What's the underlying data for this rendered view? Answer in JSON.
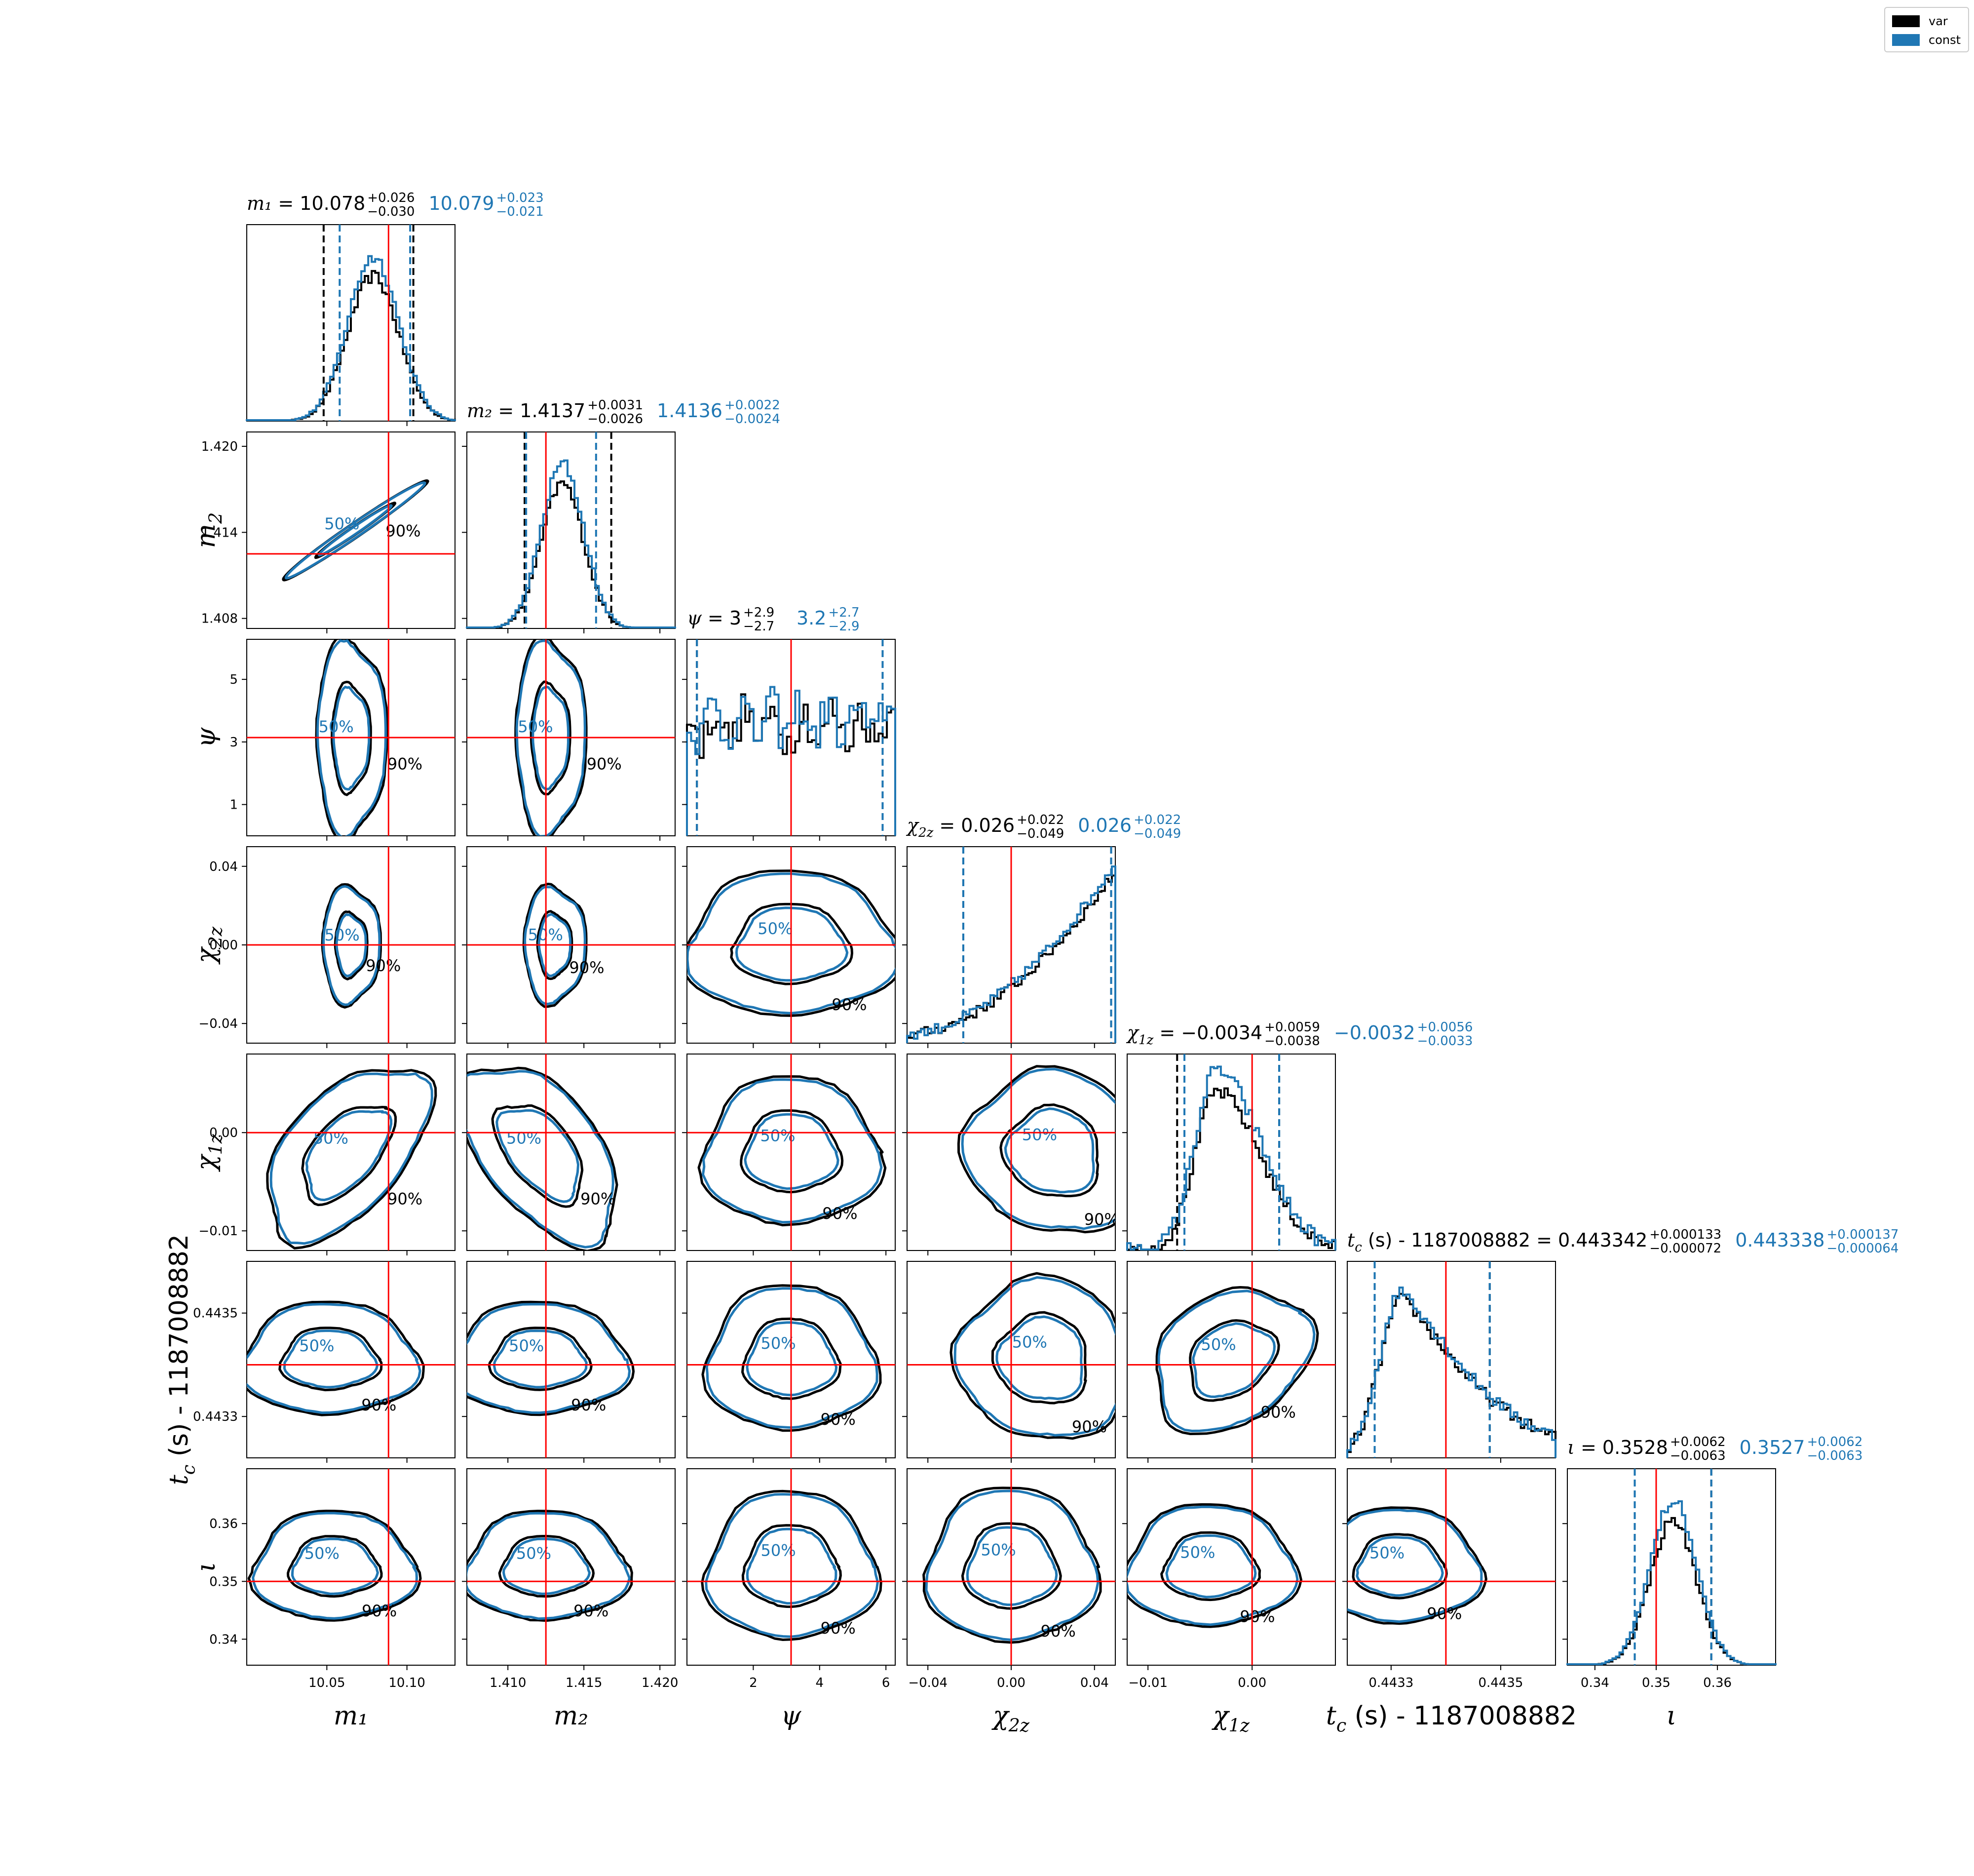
{
  "colors": {
    "var": "#000000",
    "const": "#1f77b4",
    "truth": "#ff0000"
  },
  "legend": {
    "entries": [
      {
        "label": "var",
        "color": "#000000"
      },
      {
        "label": "const",
        "color": "#1f77b4"
      }
    ]
  },
  "chart_data": {
    "type": "corner",
    "parameters": [
      {
        "key": "m1",
        "label": "m₁",
        "label_sub": "",
        "title_prefix": "m₁ = ",
        "var_median": "10.078",
        "var_plus": "+0.026",
        "var_minus": "−0.030",
        "const_median": "10.079",
        "const_plus": "+0.023",
        "const_minus": "−0.021",
        "range": [
          10.0,
          10.13
        ],
        "ticks": [
          10.05,
          10.1
        ],
        "tick_labels": [
          "10.05",
          "10.10"
        ],
        "truth": 10.0885,
        "var_q": [
          10.048,
          10.104
        ],
        "const_q": [
          10.058,
          10.102
        ],
        "mu": 10.079,
        "sigma": 0.016,
        "hist": "gauss"
      },
      {
        "key": "m2",
        "label": "m₂",
        "label_sub": "",
        "title_prefix": "m₂ = ",
        "var_median": "1.4137",
        "var_plus": "+0.0031",
        "var_minus": "−0.0026",
        "const_median": "1.4136",
        "const_plus": "+0.0022",
        "const_minus": "−0.0024",
        "range": [
          1.4073,
          1.421
        ],
        "ticks": [
          1.41,
          1.415,
          1.42
        ],
        "tick_labels": [
          "1.410",
          "1.415",
          "1.420"
        ],
        "truth": 1.4125,
        "var_q": [
          1.4111,
          1.4168
        ],
        "const_q": [
          1.4112,
          1.4158
        ],
        "mu": 1.4136,
        "sigma": 0.0014,
        "hist": "gauss"
      },
      {
        "key": "psi",
        "label": "ψ",
        "label_sub": "",
        "title_prefix": "ψ = ",
        "var_median": "3",
        "var_plus": "+2.9",
        "var_minus": "−2.7",
        "const_median": "3.2",
        "const_plus": "+2.7",
        "const_minus": "−2.9",
        "range": [
          0.0,
          6.28
        ],
        "ticks": [
          2,
          4,
          6
        ],
        "tick_labels": [
          "2",
          "4",
          "6"
        ],
        "truth": 3.14,
        "var_q": [
          0.3,
          5.9
        ],
        "const_q": [
          0.3,
          5.9
        ],
        "mu": 3.14,
        "sigma": 1.8,
        "hist": "flat"
      },
      {
        "key": "chi2z",
        "label": "χ",
        "label_sub": "2z",
        "title_prefix": "χ₂z = ",
        "var_median": "0.026",
        "var_plus": "+0.022",
        "var_minus": "−0.049",
        "const_median": "0.026",
        "const_plus": "+0.022",
        "const_minus": "−0.049",
        "range": [
          -0.05,
          0.05
        ],
        "ticks": [
          -0.04,
          0.0,
          0.04
        ],
        "tick_labels": [
          "−0.04",
          "0.00",
          "0.04"
        ],
        "truth": 0.0,
        "var_q": [
          -0.023,
          0.048
        ],
        "const_q": [
          -0.023,
          0.048
        ],
        "mu": 0.02,
        "sigma": 0.02,
        "hist": "ramp"
      },
      {
        "key": "chi1z",
        "label": "χ",
        "label_sub": "1z",
        "title_prefix": "χ₁z = ",
        "var_median": "−0.0034",
        "var_plus": "+0.0059",
        "var_minus": "−0.0038",
        "const_median": "−0.0032",
        "const_plus": "+0.0056",
        "const_minus": "−0.0033",
        "range": [
          -0.012,
          0.008
        ],
        "ticks": [
          -0.01,
          0.0
        ],
        "tick_labels": [
          "−0.01",
          "0.00"
        ],
        "truth": 0.0,
        "var_q": [
          -0.0072,
          0.0026
        ],
        "const_q": [
          -0.0065,
          0.0026
        ],
        "mu": -0.0034,
        "sigma": 0.0028,
        "hist": "skew"
      },
      {
        "key": "tc",
        "label": "t",
        "label_sub": "c",
        "label_full": "t_c (s) - 1187008882",
        "title_prefix": "t_c (s) - 1187008882 = ",
        "var_median": "0.443342",
        "var_plus": "+0.000133",
        "var_minus": "−0.000072",
        "const_median": "0.443338",
        "const_plus": "+0.000137",
        "const_minus": "−0.000064",
        "range": [
          0.44322,
          0.4436
        ],
        "ticks": [
          0.4433,
          0.4435
        ],
        "tick_labels": [
          "0.4433",
          "0.4435"
        ],
        "truth": 0.4434,
        "var_q": [
          0.44327,
          0.44348
        ],
        "const_q": [
          0.44327,
          0.44348
        ],
        "mu": 0.44332,
        "sigma": 6e-05,
        "hist": "skewright"
      },
      {
        "key": "iota",
        "label": "ι",
        "label_sub": "",
        "title_prefix": "ι = ",
        "var_median": "0.3528",
        "var_plus": "+0.0062",
        "var_minus": "−0.0063",
        "const_median": "0.3527",
        "const_plus": "+0.0062",
        "const_minus": "−0.0063",
        "range": [
          0.3355,
          0.3695
        ],
        "ticks": [
          0.34,
          0.35,
          0.36
        ],
        "tick_labels": [
          "0.34",
          "0.35",
          "0.36"
        ],
        "truth": 0.35,
        "var_q": [
          0.3465,
          0.359
        ],
        "const_q": [
          0.3465,
          0.359
        ],
        "mu": 0.3528,
        "sigma": 0.0038,
        "hist": "gauss"
      }
    ],
    "contour_levels": [
      "50%",
      "90%"
    ],
    "ylabels": {
      "m2": {
        "main": "m",
        "sub": "2"
      },
      "psi": {
        "main": "ψ",
        "sub": ""
      },
      "chi2z": {
        "main": "χ",
        "sub": "2z"
      },
      "chi1z": {
        "main": "χ",
        "sub": "1z"
      },
      "tc": {
        "main": "t",
        "sub": "c",
        "rest": " (s) - 1187008882"
      },
      "iota": {
        "main": "ι",
        "sub": ""
      }
    },
    "ytick_labels": {
      "m2": [
        "1.420",
        "1.414",
        "1.408"
      ],
      "psi": [
        "5",
        "3",
        "1"
      ],
      "chi2z": [
        "0.04",
        "0.00",
        "−0.04"
      ],
      "chi1z": [
        "0.00",
        "−0.01"
      ],
      "tc": [
        "0.4435",
        "0.4433"
      ],
      "iota": [
        "0.36",
        "0.35",
        "0.34"
      ]
    },
    "ytick_values": {
      "m2": [
        1.42,
        1.414,
        1.408
      ],
      "psi": [
        5,
        3,
        1
      ],
      "chi2z": [
        0.04,
        0.0,
        -0.04
      ],
      "chi1z": [
        0.0,
        -0.01
      ],
      "tc": [
        0.4435,
        0.4433
      ],
      "iota": [
        0.36,
        0.35,
        0.34
      ]
    }
  }
}
